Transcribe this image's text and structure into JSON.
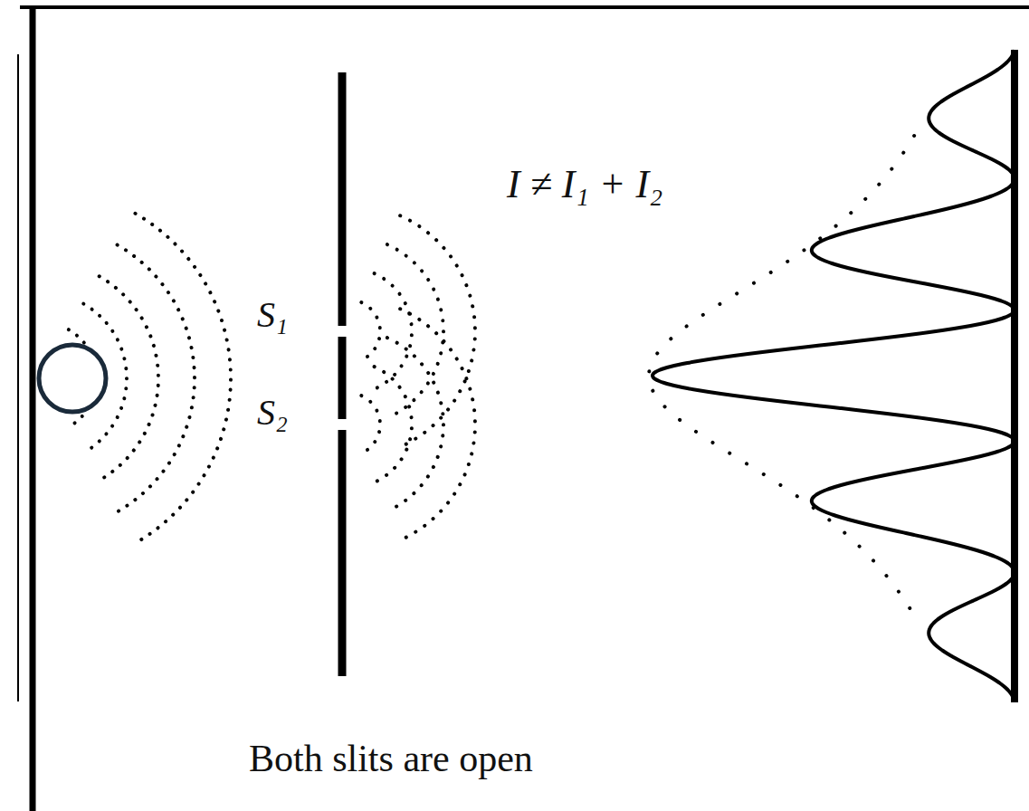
{
  "diagram": {
    "caption": "Both slits are open",
    "labels": [
      "I ≠ I₁ + I₂",
      "S₁",
      "S₂"
    ]
  }
}
